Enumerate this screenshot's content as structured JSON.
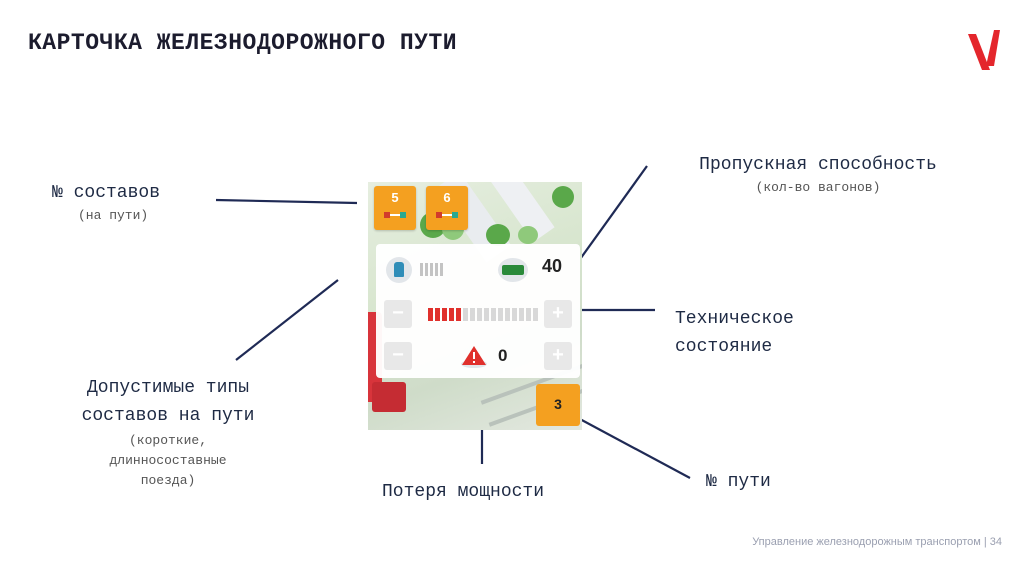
{
  "slide": {
    "title": "КАРТОЧКА ЖЕЛЕЗНОДОРОЖНОГО ПУТИ",
    "footer": "Управление железнодорожным транспортом | 34"
  },
  "labels": {
    "trains": {
      "main": "№ составов",
      "sub": "(на пути)"
    },
    "capacity": {
      "main": "Пропускная способность",
      "sub": "(кол-во вагонов)"
    },
    "tech": {
      "line1": "Техническое",
      "line2": "состояние"
    },
    "types": {
      "line1": "Допустимые типы",
      "line2": "составов на пути",
      "sub1": "(короткие,",
      "sub2": "длинносоставные",
      "sub3": "поезда)"
    },
    "power": {
      "main": "Потеря мощности"
    },
    "track": {
      "main": "№ пути"
    }
  },
  "card": {
    "train_tiles": [
      "5",
      "6"
    ],
    "capacity_value": "40",
    "condition": {
      "filled": 5,
      "total": 16
    },
    "power_loss_value": "0",
    "track_number": "3",
    "minus_symbol": "−",
    "plus_symbol": "+"
  },
  "icons": {
    "brand_logo": "red-chevron-logo",
    "loco": "locomotive-icon",
    "wagon": "wagon-icon",
    "warning": "warning-triangle-icon"
  },
  "colors": {
    "accent": "#f4a020",
    "brand_red": "#e4262c",
    "brand_blue": "#1f2a6d",
    "condition_on": "#e0302c",
    "callout_line": "#1f2a55"
  }
}
